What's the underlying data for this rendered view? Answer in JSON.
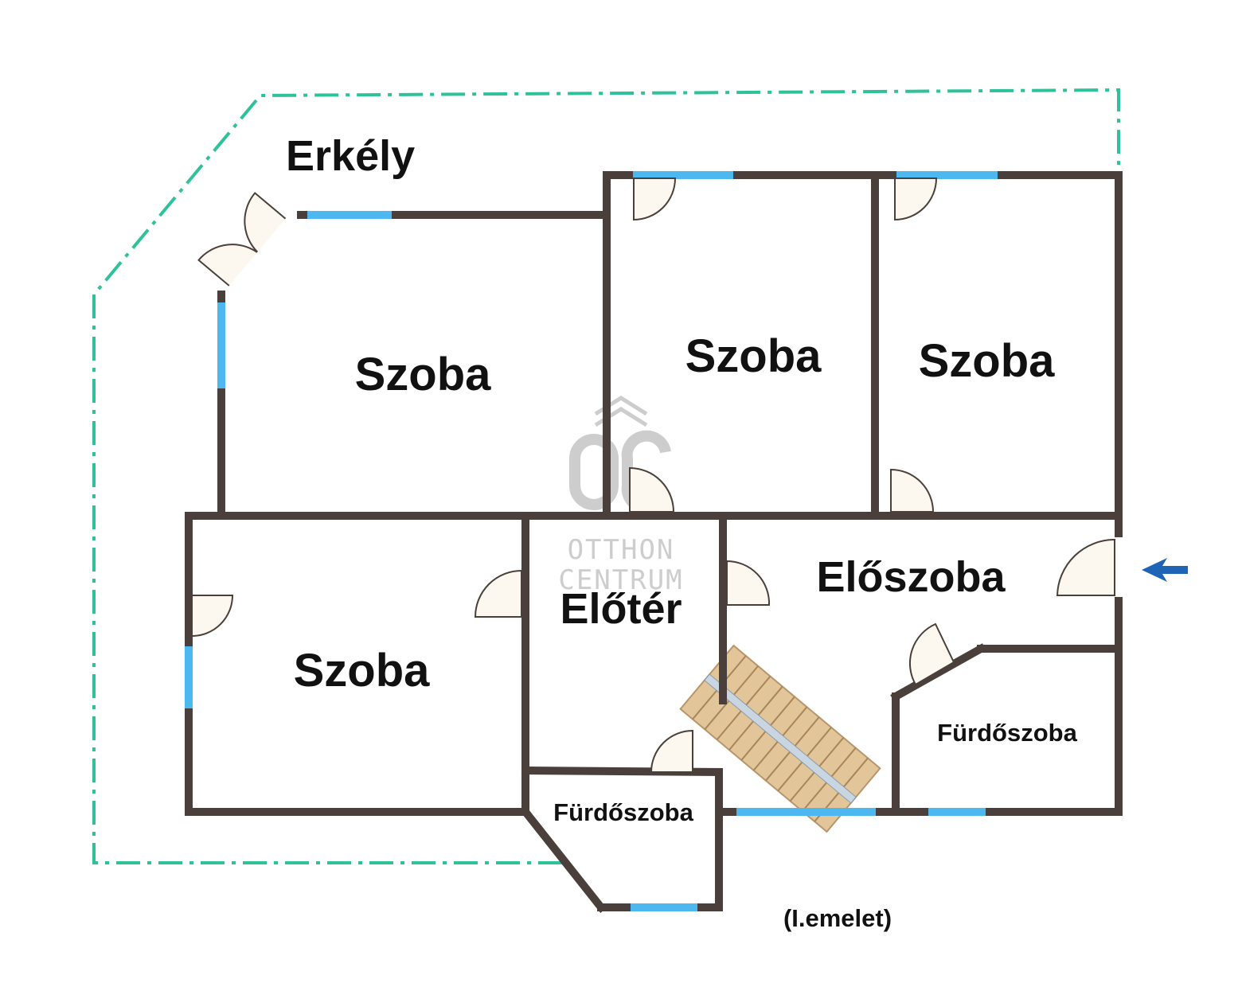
{
  "plan": {
    "rooms": {
      "erkely": "Erkély",
      "szoba_nw": "Szoba",
      "szoba_mid": "Szoba",
      "szoba_ne": "Szoba",
      "szoba_sw": "Szoba",
      "eloter": "Előtér",
      "eloszoba": "Előszoba",
      "furdoszoba_s": "Fürdőszoba",
      "furdoszoba_e": "Fürdőszoba"
    },
    "floor_label": "(I.emelet)",
    "watermark": {
      "monogram": "OC",
      "line1": "OTTHON",
      "line2": "CENTRUM"
    },
    "entrance_arrow_icon": "arrow-left-icon"
  },
  "colors": {
    "wall": "#4a3f3a",
    "window": "#4db8f0",
    "balcony_outline": "#2fc29a",
    "door_fill": "#fdf8ef",
    "arrow": "#1f64b5",
    "stairs": "#e2c69a",
    "watermark": "#c8c8c8"
  }
}
